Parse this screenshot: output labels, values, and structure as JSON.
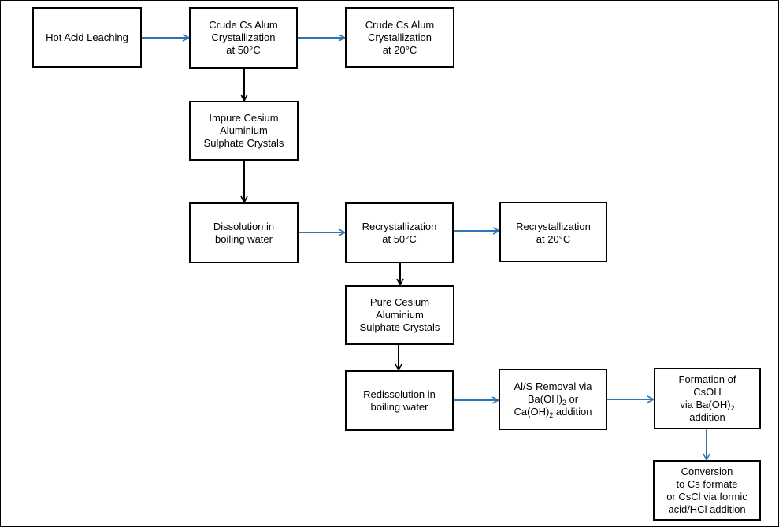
{
  "diagram": {
    "nodes": {
      "hot_acid_leaching": {
        "lines": [
          "Hot Acid Leaching"
        ]
      },
      "crude_cryst_50": {
        "lines": [
          "Crude Cs Alum",
          "Crystallization",
          "at 50°C"
        ]
      },
      "crude_cryst_20": {
        "lines": [
          "Crude Cs Alum",
          "Crystallization",
          "at 20°C"
        ]
      },
      "impure_crystals": {
        "lines": [
          "Impure Cesium",
          "Aluminium",
          "Sulphate Crystals"
        ]
      },
      "dissolution": {
        "lines": [
          "Dissolution in",
          "boiling water"
        ]
      },
      "recryst_50": {
        "lines": [
          "Recrystallization",
          "at 50°C"
        ]
      },
      "recryst_20": {
        "lines": [
          "Recrystallization",
          "at 20°C"
        ]
      },
      "pure_crystals": {
        "lines": [
          "Pure Cesium",
          "Aluminium",
          "Sulphate Crystals"
        ]
      },
      "redissolution": {
        "lines": [
          "Redissolution in",
          "boiling water"
        ]
      },
      "al_s_removal": {
        "line1": "Al/S Removal via",
        "line2_main": "Ba(OH)",
        "line2_sub": "2",
        "line2_tail": " or",
        "line3_main": "Ca(OH)",
        "line3_sub": "2",
        "line3_tail": " addition"
      },
      "csoh_formation": {
        "line1": "Formation of",
        "line2": "CsOH",
        "line3_main": "via Ba(OH)",
        "line3_sub": "2",
        "line4": "addition"
      },
      "conversion": {
        "lines": [
          "Conversion",
          "to Cs formate",
          "or CsCl via formic",
          "acid/HCl addition"
        ]
      }
    },
    "colors": {
      "process_arrow": "#2E75B6",
      "product_arrow": "#000000",
      "border": "#000000"
    }
  }
}
